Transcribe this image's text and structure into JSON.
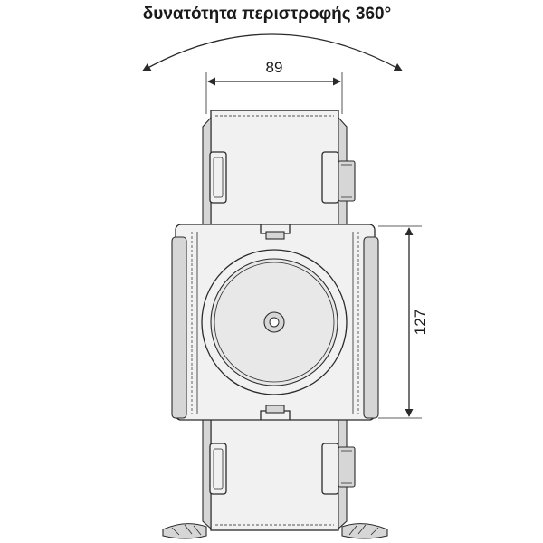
{
  "caption": "δυνατότητα περιστροφής 360°",
  "dimensions": {
    "width_label": "89",
    "height_label": "127"
  }
}
